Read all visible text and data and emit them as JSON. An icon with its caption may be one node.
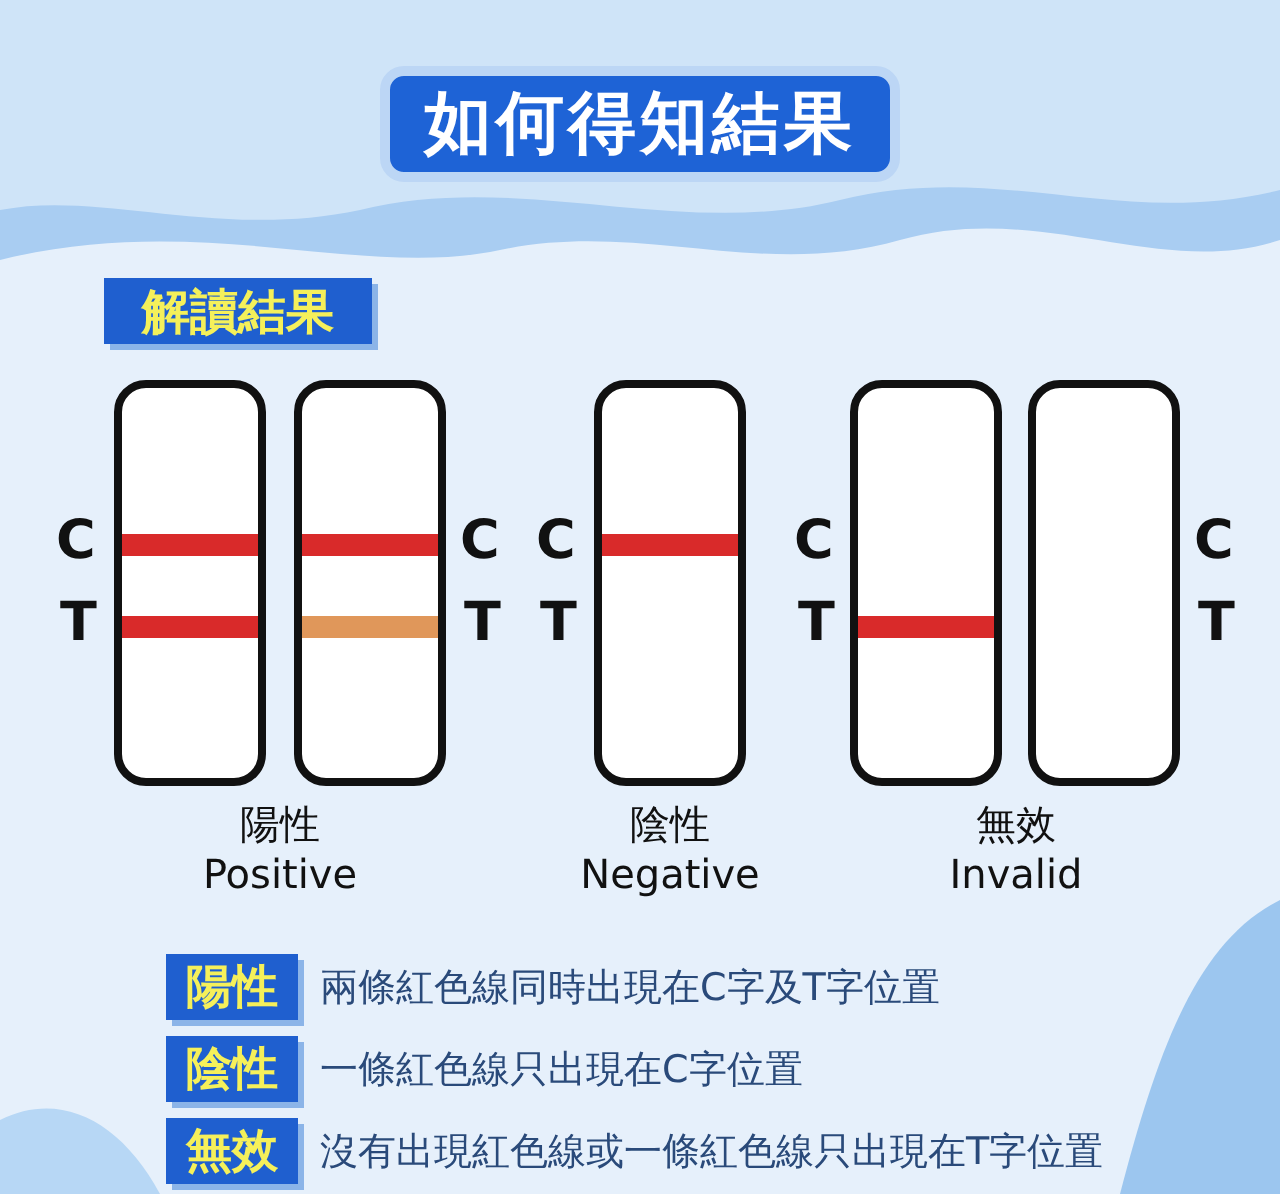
{
  "diagram": {
    "title": "如何得知結果",
    "nodes": [
      {
        "text": [
          "解讀結果"
        ]
      },
      {
        "text": [],
        "shape": "box"
      },
      {
        "text": [],
        "shape": "box"
      },
      {
        "text": [],
        "shape": "box"
      },
      {
        "text": [],
        "shape": "box"
      },
      {
        "text": [],
        "shape": "box"
      },
      {
        "text": [
          "陽性"
        ],
        "beside": [
          "兩條紅色線同時出現在C字及T字位置"
        ]
      },
      {
        "text": [
          "陰性"
        ],
        "beside": [
          "一條紅色線只出現在C字位置"
        ]
      },
      {
        "text": [
          "無效"
        ],
        "beside": [
          "沒有出現紅色線或一條紅色線只出現在T字位置"
        ]
      }
    ],
    "labels": [
      "C",
      "C",
      "C",
      "C",
      "C",
      "T",
      "T",
      "T",
      "T",
      "T",
      "陽性 Positive",
      "陰性 Negative",
      "無效 Invalid"
    ]
  }
}
